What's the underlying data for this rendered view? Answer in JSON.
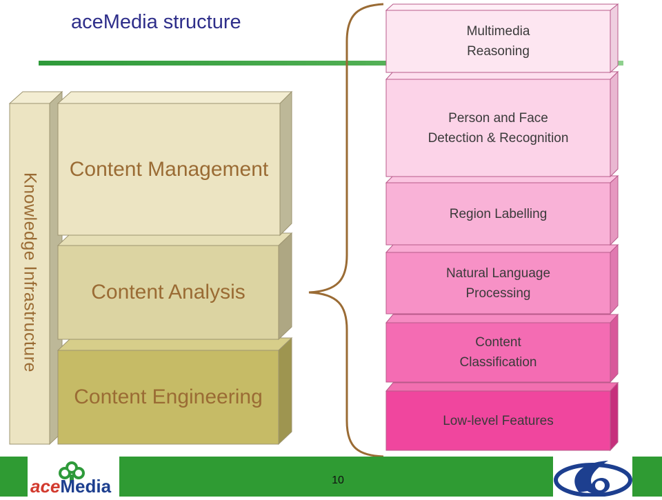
{
  "title": "aceMedia structure",
  "left_stack": {
    "vertical_label": "Knowledge Infrastructure",
    "layers": [
      {
        "label": "Content Management"
      },
      {
        "label": "Content Analysis"
      },
      {
        "label": "Content Engineering"
      }
    ]
  },
  "right_stack": {
    "layers": [
      {
        "label": "Multimedia\nReasoning"
      },
      {
        "label": "Person and Face\nDetection & Recognition"
      },
      {
        "label": "Region Labelling"
      },
      {
        "label": "Natural Language\nProcessing"
      },
      {
        "label": "Content\nClassification"
      },
      {
        "label": "Low-level Features"
      }
    ]
  },
  "colors": {
    "title": "#2e2e8a",
    "footer": "#2f9b33",
    "brace": "#9a6b34"
  },
  "footer": {
    "page_number": "10",
    "logo_left_icon": "acemedia-logo",
    "logo_right_icon": "fp6-logo"
  }
}
